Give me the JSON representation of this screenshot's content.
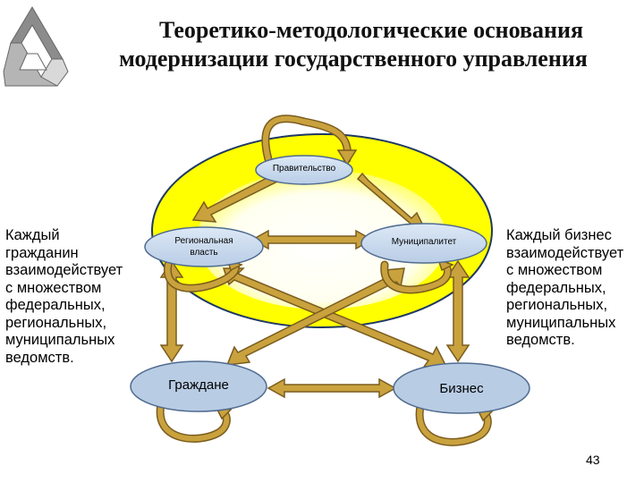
{
  "title": {
    "line1": "Теоретико-методологические основания",
    "line2": "модернизации государственного управления"
  },
  "nodes": {
    "government": "Правительство",
    "regional": "Региональная власть",
    "municipal": "Муниципалитет",
    "citizens": "Граждане",
    "business": "Бизнес"
  },
  "side_text": {
    "left": "Каждый\nгражданин\nвзаимодействует\nс множеством\nфедеральных,\nрегиональных,\nмуниципальных\nведомств.",
    "right": "Каждый бизнес\nвзаимодействует\nс множеством\nфедеральных,\nрегиональных,\nмуниципальных\nведомств."
  },
  "page_number": "43",
  "colors": {
    "circle_fill": "#ffff00",
    "inner_fill": "#ffffd8",
    "node_fill": "#c6d9f1",
    "node_fill_bottom": "#b8cce4",
    "node_stroke": "#4f6b8f",
    "arrow_fill": "#c9a23e",
    "arrow_stroke": "#7a5c1e",
    "logo_gray": "#9a9a9a"
  }
}
